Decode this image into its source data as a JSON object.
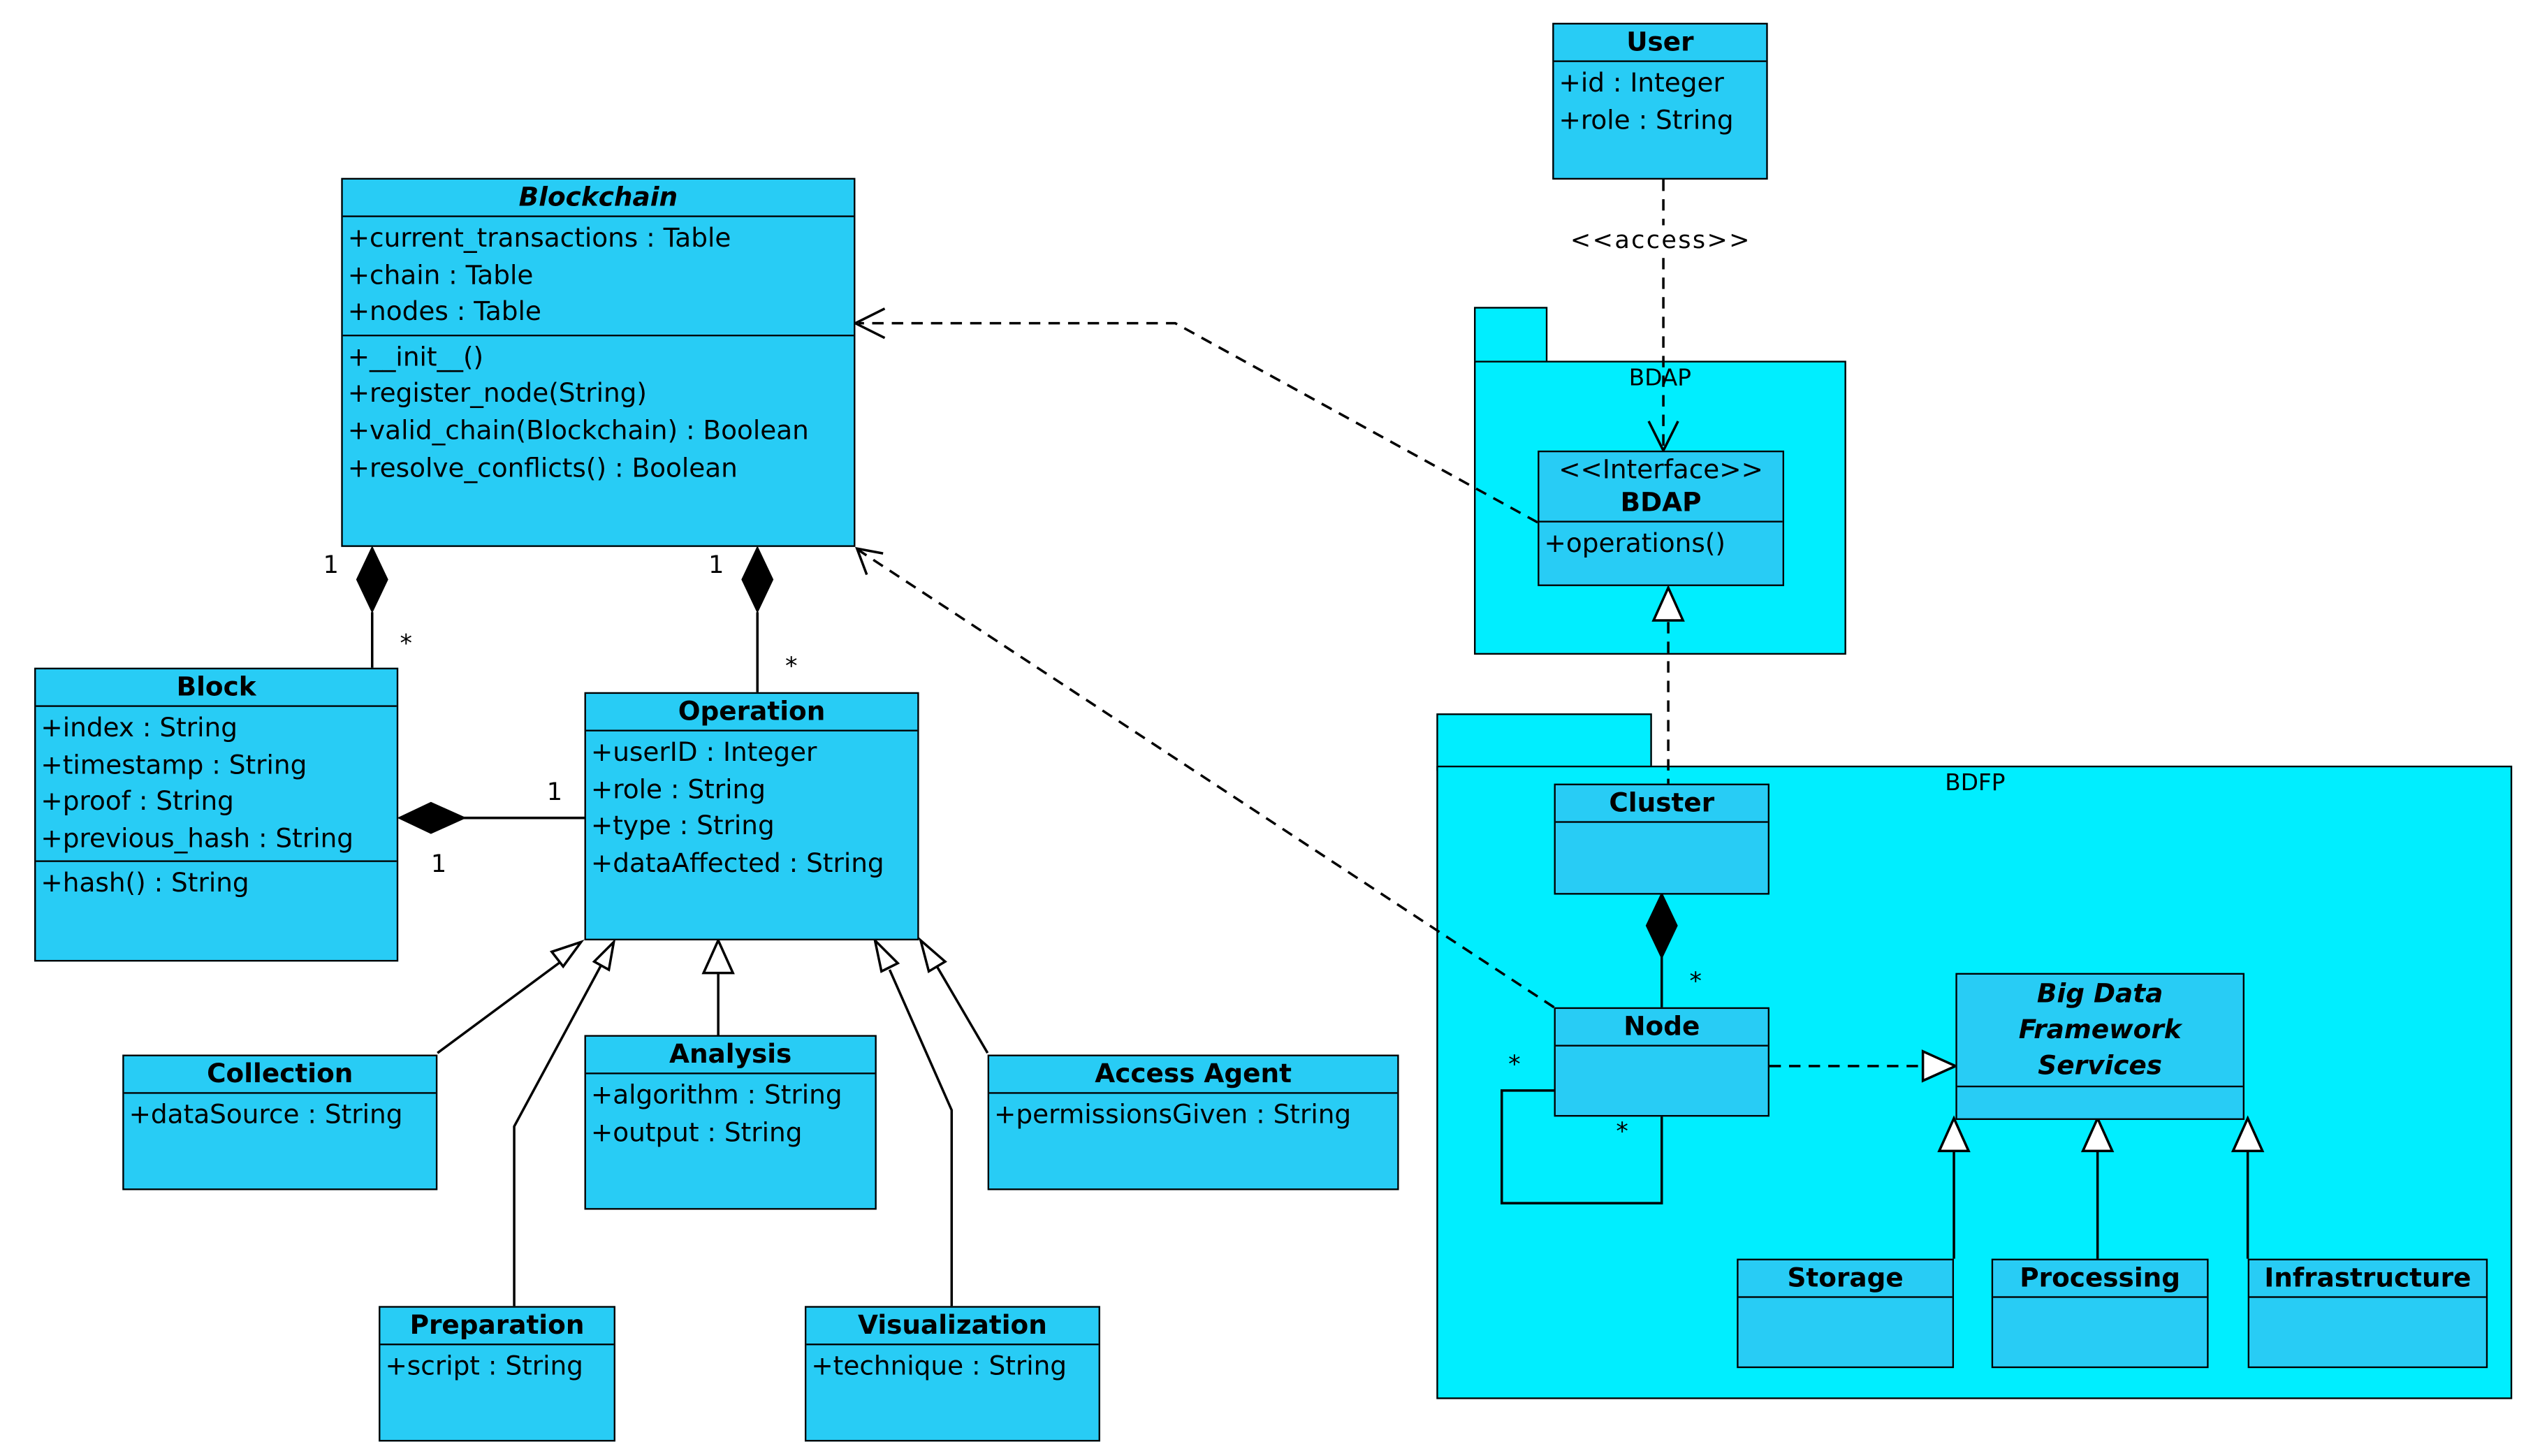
{
  "packages": {
    "bdap": {
      "label": "BDAP"
    },
    "bdfp": {
      "label": "BDFP"
    }
  },
  "classes": {
    "blockchain": {
      "name": "Blockchain",
      "attributes": [
        "+current_transactions : Table",
        "+chain : Table",
        "+nodes : Table"
      ],
      "operations": [
        "+__init__()",
        "+register_node(String)",
        "+valid_chain(Blockchain) : Boolean",
        "+resolve_conflicts() : Boolean"
      ]
    },
    "user": {
      "name": "User",
      "attributes": [
        "+id : Integer",
        "+role : String"
      ]
    },
    "bdap_interface": {
      "stereotype": "<<Interface>>",
      "name": "BDAP",
      "operations": [
        "+operations()"
      ]
    },
    "block": {
      "name": "Block",
      "attributes": [
        "+index : String",
        "+timestamp : String",
        "+proof : String",
        "+previous_hash : String"
      ],
      "operations": [
        "+hash() : String"
      ]
    },
    "operation": {
      "name": "Operation",
      "attributes": [
        "+userID : Integer",
        "+role : String",
        "+type : String",
        "+dataAffected : String"
      ]
    },
    "collection": {
      "name": "Collection",
      "attributes": [
        "+dataSource : String"
      ]
    },
    "analysis": {
      "name": "Analysis",
      "attributes": [
        "+algorithm : String",
        "+output : String"
      ]
    },
    "access_agent": {
      "name": "Access Agent",
      "attributes": [
        "+permissionsGiven : String"
      ]
    },
    "preparation": {
      "name": "Preparation",
      "attributes": [
        "+script : String"
      ]
    },
    "visualization": {
      "name": "Visualization",
      "attributes": [
        "+technique : String"
      ]
    },
    "cluster": {
      "name": "Cluster"
    },
    "node": {
      "name": "Node"
    },
    "bdfs": {
      "name_lines": [
        "Big Data",
        "Framework",
        "Services"
      ]
    },
    "storage": {
      "name": "Storage"
    },
    "processing": {
      "name": "Processing"
    },
    "infrastructure": {
      "name": "Infrastructure"
    }
  },
  "connectors": {
    "access_label": "<<access>>",
    "mult_blockchain_block_top": "1",
    "mult_blockchain_block_bottom": "*",
    "mult_blockchain_op_top": "1",
    "mult_blockchain_op_bottom": "*",
    "mult_block_op_right": "1",
    "mult_block_op_left": "1",
    "mult_cluster_node": "*",
    "mult_node_self_a": "*",
    "mult_node_self_b": "*"
  },
  "colors": {
    "class_fill": "#28ccf5",
    "package_fill": "#00eeff",
    "line": "#000000"
  }
}
